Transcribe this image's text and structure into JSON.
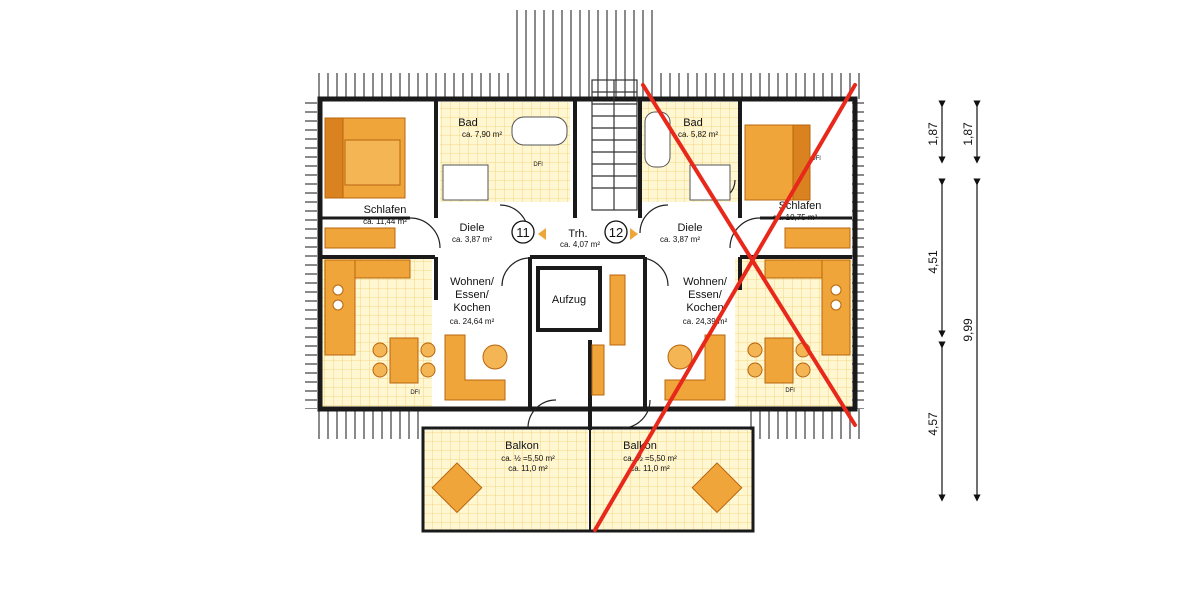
{
  "colors": {
    "wall": "#1a1a1a",
    "roof_hatch": "#8a8a8a",
    "floor_tile": "#fff6d2",
    "tile_grid": "#f0cf6a",
    "furniture": "#f0a53a",
    "furniture_dark": "#d9821f",
    "cross": "#e8281a",
    "dim_line": "#111111"
  },
  "rooms": {
    "bad_left": {
      "name": "Bad",
      "area": "ca. 7,90 m²"
    },
    "bad_right": {
      "name": "Bad",
      "area": "ca. 5,82 m²"
    },
    "schlafen_left": {
      "name": "Schlafen",
      "area": "ca. 11,44 m²"
    },
    "schlafen_right": {
      "name": "Schlafen",
      "area": "ca. 10,75 m²"
    },
    "diele_left": {
      "name": "Diele",
      "area": "ca. 3,87 m²"
    },
    "diele_right": {
      "name": "Diele",
      "area": "ca. 3,87 m²"
    },
    "trh": {
      "name": "Trh.",
      "area": "ca. 4,07 m²"
    },
    "wohnen_left": {
      "line1": "Wohnen/",
      "line2": "Essen/",
      "line3": "Kochen",
      "area": "ca. 24,64 m²"
    },
    "wohnen_right": {
      "line1": "Wohnen/",
      "line2": "Essen/",
      "line3": "Kochen",
      "area": "ca. 24,39 m²"
    },
    "aufzug": {
      "name": "Aufzug"
    },
    "balkon_left": {
      "name": "Balkon",
      "area1": "ca. ½ =5,50 m²",
      "area2": "ca. 11,0 m²"
    },
    "balkon_right": {
      "name": "Balkon",
      "area1": "ca. ½ =5,50 m²",
      "area2": "ca. 11,0 m²"
    }
  },
  "unit_numbers": {
    "left": "11",
    "right": "12"
  },
  "tags": {
    "dfl": "DFl"
  },
  "dimensions": {
    "inner": [
      "1,87",
      "4,51",
      "4,57"
    ],
    "outer": [
      "1,87",
      "9,99"
    ]
  },
  "annotations": {
    "crossed_out_unit": "12"
  }
}
